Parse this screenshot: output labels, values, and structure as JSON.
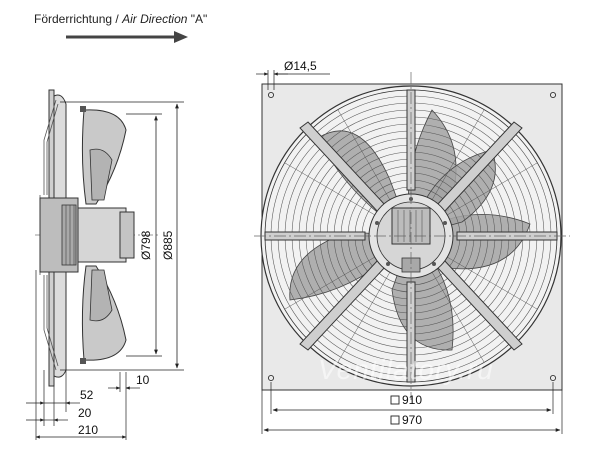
{
  "header": {
    "direction_de": "Förderrichtung",
    "separator": " / ",
    "direction_en": "Air Direction",
    "direction_code": "\"A\""
  },
  "dimensions": {
    "bolt_hole": "Ø14,5",
    "guard_diameter": "Ø798",
    "ring_diameter": "Ø885",
    "offset_10": "10",
    "depth_52": "52",
    "depth_20": "20",
    "depth_210": "210",
    "hole_pitch": "910",
    "plate_size": "970"
  },
  "watermark": "Ventilatory.ru",
  "colors": {
    "line": "#222222",
    "plate": "#e9e9e9",
    "blade": "#9c9c9c",
    "accent": "#444444"
  }
}
